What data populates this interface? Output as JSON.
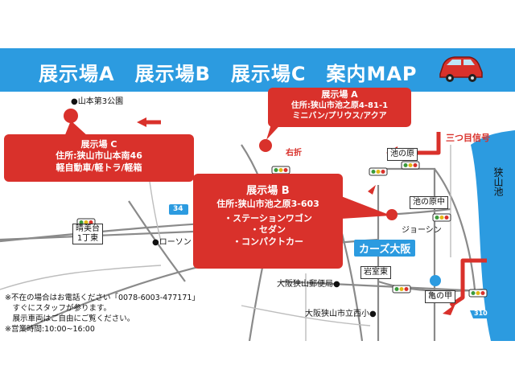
{
  "title": "展示場A　展示場B　展示場C　案内MAP",
  "car_icon": "red-car-icon",
  "colors": {
    "banner": "#2c9be0",
    "callout": "#d9312b",
    "river": "#2c9be0",
    "road": "#8a8a8a"
  },
  "callouts": {
    "a": {
      "name": "展示場 A",
      "address": "住所:狭山市池之原4-81-1",
      "cars": "ミニバン/プリウス/アクア"
    },
    "b": {
      "name": "展示場 B",
      "address": "住所:狭山市池之原3-603",
      "cars": [
        "・ステーションワゴン",
        "・セダン",
        "・コンパクトカー"
      ]
    },
    "c": {
      "name": "展示場 C",
      "address": "住所:狭山市山本南46",
      "cars": "軽自動車/軽トラ/軽箱"
    }
  },
  "labels": {
    "park": "●山本第3公園",
    "right_turn": "右折",
    "signal3": "三つ目信号",
    "river": "狭山池",
    "ikenohara": "池の原",
    "ikenohara_naka": "池の原中",
    "joshin": "ジョーシン",
    "seibidai": "晴美台\n1丁東",
    "lawson": "●ローソン",
    "route34": "34",
    "cars_osaka": "カーズ大阪",
    "iwamuro": "岩室東",
    "post": "大阪狭山郵便局●",
    "kamenoko": "亀の甲",
    "route310": "310",
    "school": "大阪狭山市立西小●"
  },
  "notes": [
    "※不在の場合はお電話ください「0078-6003-477171」",
    "　すぐにスタッフが参ります。",
    "　展示車両はご自由にご覧ください。",
    "※営業時間:10:00~16:00"
  ]
}
